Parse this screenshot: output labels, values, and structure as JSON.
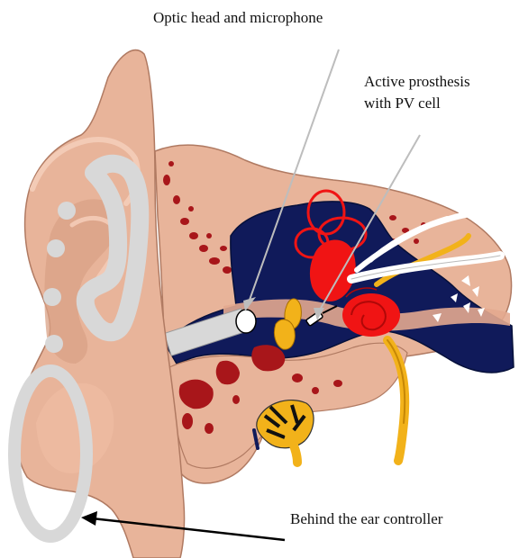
{
  "labels": {
    "optic_head": "Optic head and microphone",
    "active_prosthesis_line1": "Active prosthesis",
    "active_prosthesis_line2": "with PV cell",
    "bte_controller": "Behind the ear controller"
  },
  "colors": {
    "skin": "#e8b49a",
    "skin_shade": "#d9a185",
    "skin_light": "#f2c8b3",
    "bone_dots": "#a8161a",
    "canal_dark": "#101a5a",
    "cochlea": "#f01414",
    "nerve": "#f2b21a",
    "device_grey": "#d8d8d8",
    "leader_line": "#bdbdbd",
    "arrow": "#000000"
  }
}
